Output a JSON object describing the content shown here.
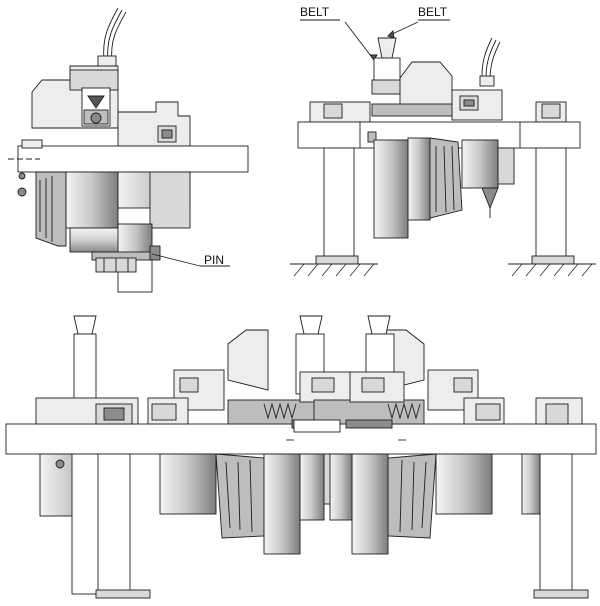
{
  "labels": {
    "belt_left": "BELT",
    "belt_right": "BELT",
    "pin": "PIN"
  }
}
